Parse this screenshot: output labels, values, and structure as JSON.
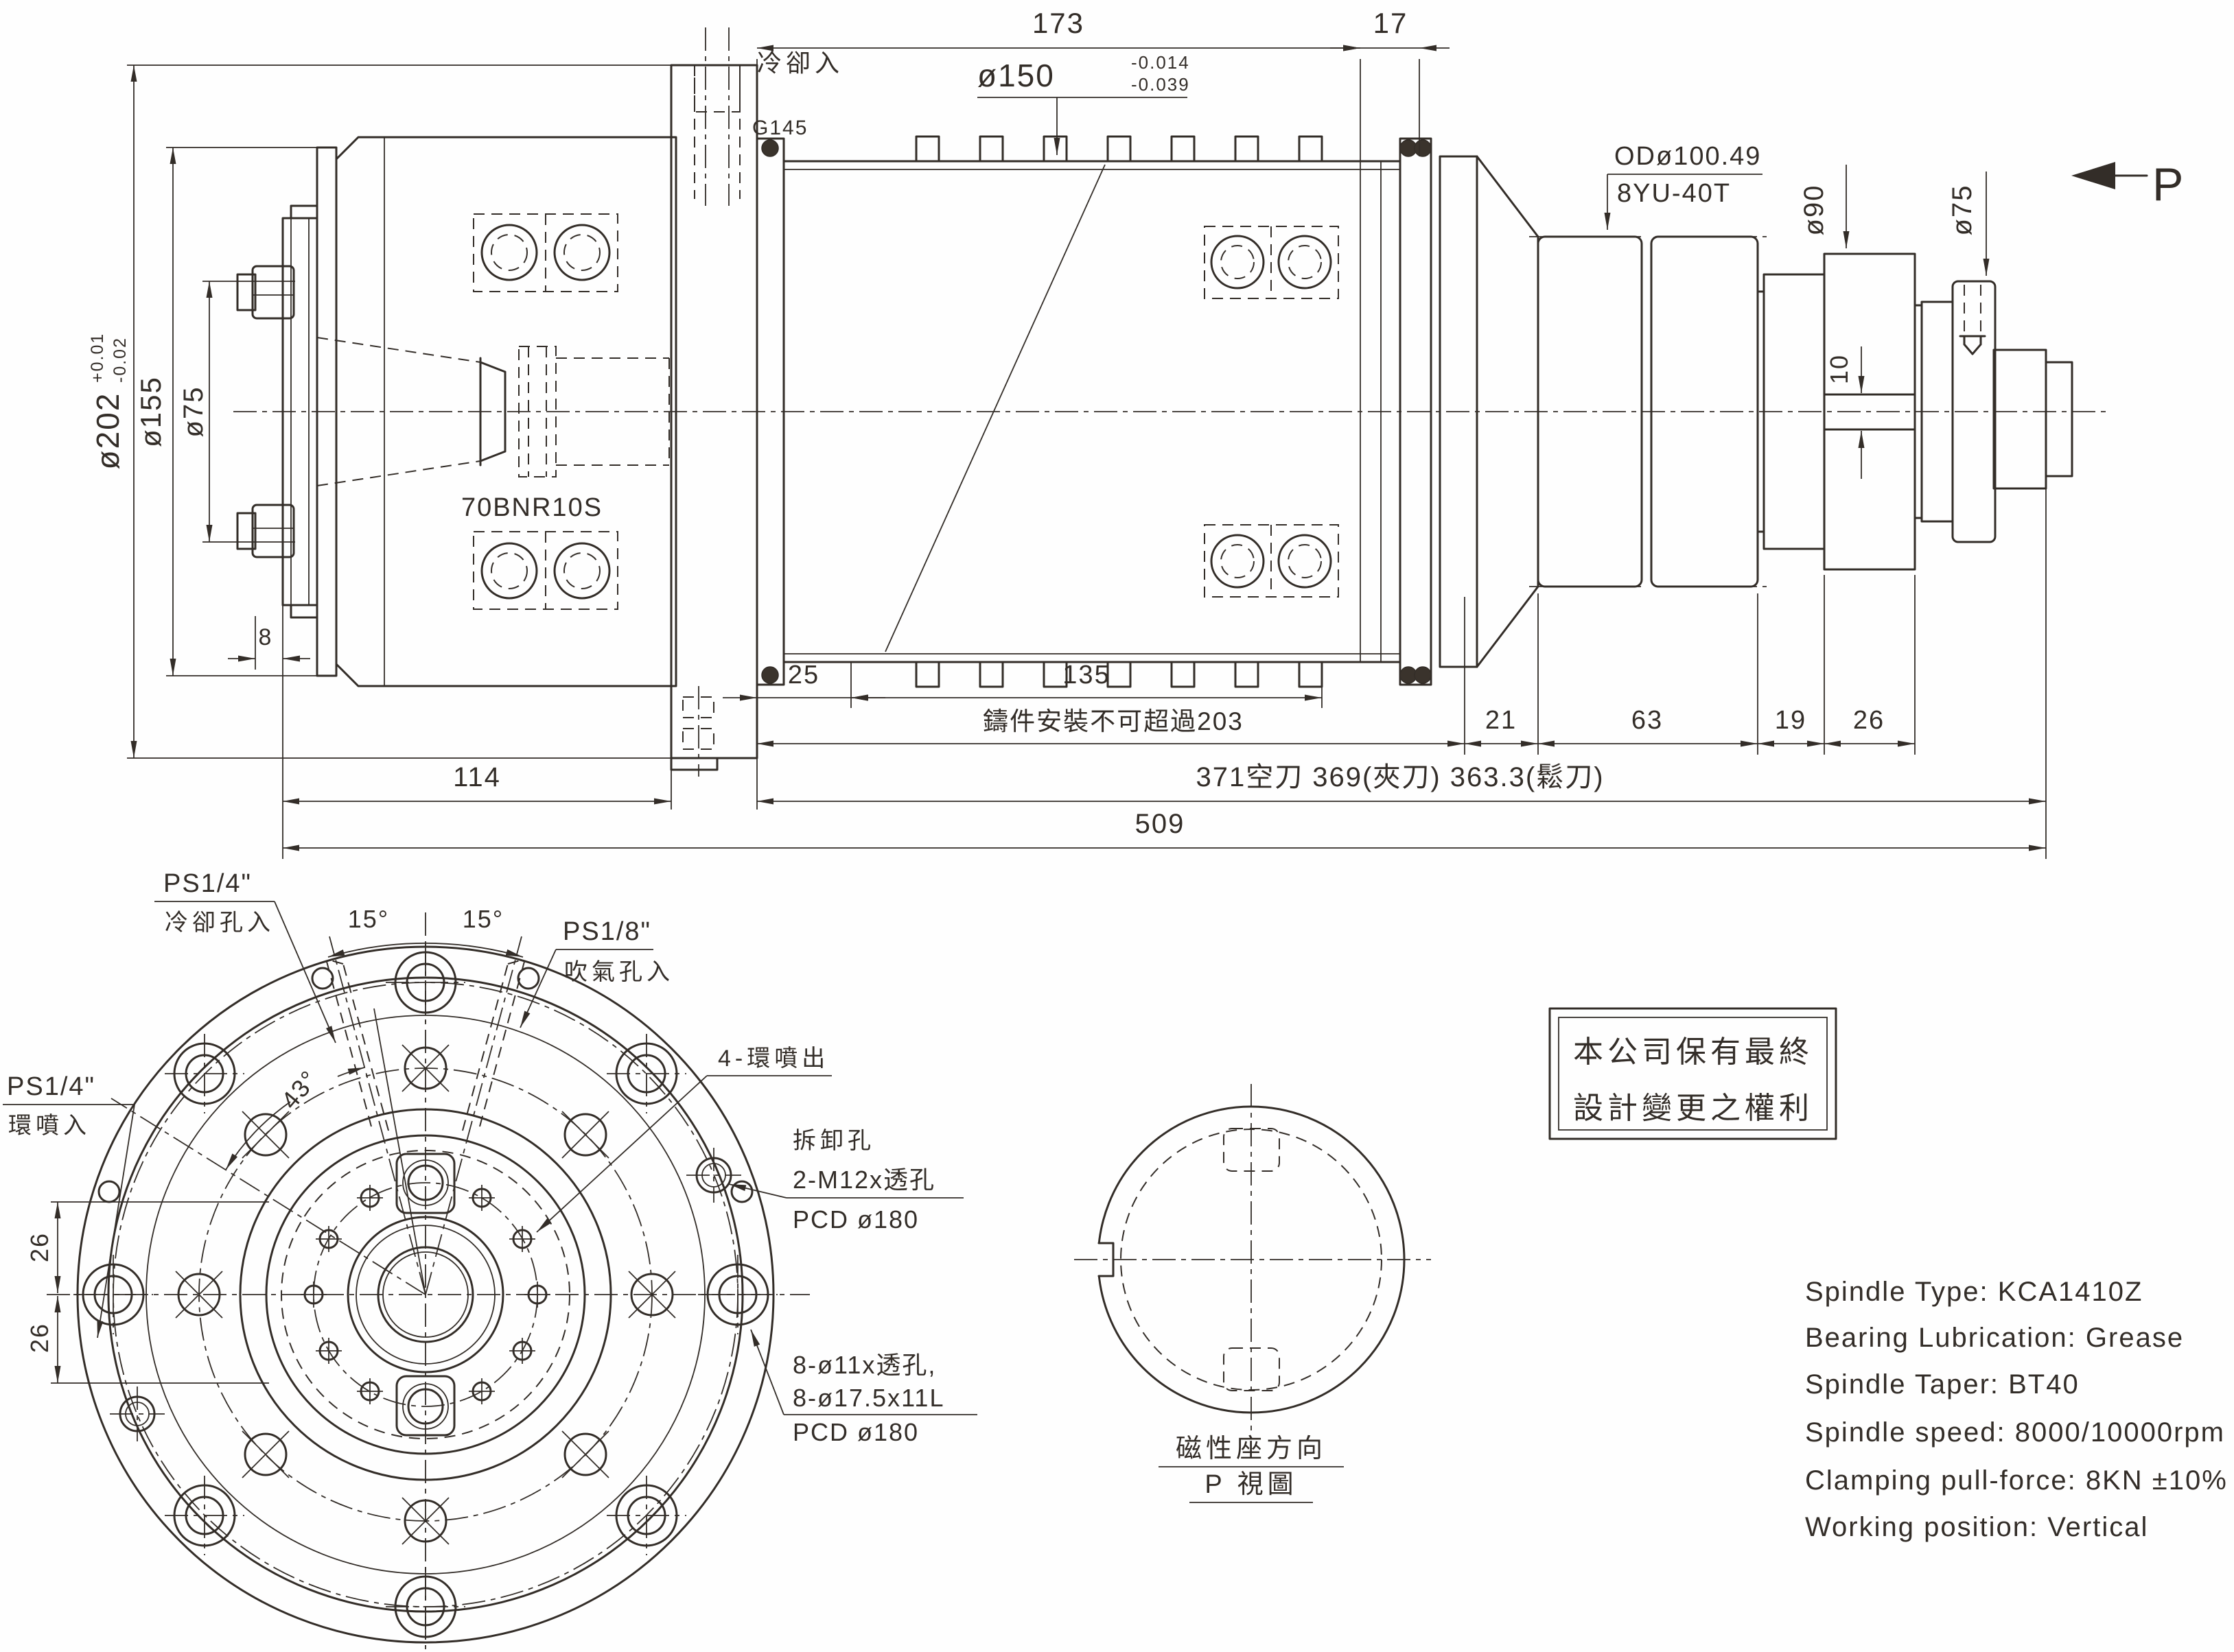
{
  "side": {
    "coolant_in": "冷卻入",
    "g145": "G145",
    "phi150": "ø150",
    "phi150_tol_up": "-0.014",
    "phi150_tol_dn": "-0.039",
    "d173": "173",
    "d17": "17",
    "od_label": "ODø100.49",
    "pulley_label": "8YU-40T",
    "phi90": "ø90",
    "phi75_right": "ø75",
    "d10": "10",
    "p_mark": "P",
    "phi202": "ø202",
    "phi202_tol_up": "+0.01",
    "phi202_tol_dn": "-0.02",
    "phi155": "ø155",
    "phi75_left": "ø75",
    "bearing_code": "70BNR10S",
    "d8": "8",
    "d25": "25",
    "d135": "135",
    "casting_note": "鑄件安裝不可超過203",
    "d21": "21",
    "d63": "63",
    "d19": "19",
    "d26": "26",
    "tool_lengths": "371空刀  369(夾刀)  363.3(鬆刀)",
    "d114": "114",
    "d509": "509"
  },
  "front": {
    "ps14_cool": "PS1/4\"",
    "cool_in": "冷卻孔入",
    "deg15_l": "15°",
    "deg15_r": "15°",
    "ps18": "PS1/8\"",
    "air_in": "吹氣孔入",
    "deg43": "43°",
    "ps14_ring": "PS1/4\"",
    "ring_in": "環噴入",
    "ring_out": "4-環噴出",
    "removal": "拆卸孔",
    "m12": "2-M12x透孔",
    "pcd1": "PCD ø180",
    "holes1": "8-ø11x透孔,",
    "holes2": "8-ø17.5x11L",
    "pcd2": "PCD ø180",
    "d26a": "26",
    "d26b": "26"
  },
  "pview": {
    "magnet_dir": "磁性座方向",
    "title": "P 視圖"
  },
  "note": {
    "line1": "本公司保有最終",
    "line2": "設計變更之權利"
  },
  "specs": {
    "rows": [
      "Spindle Type: KCA1410Z",
      "Bearing Lubrication: Grease",
      "Spindle Taper: BT40",
      "Spindle speed: 8000/10000rpm",
      "Clamping pull-force: 8KN ±10%",
      "Working position: Vertical"
    ]
  }
}
